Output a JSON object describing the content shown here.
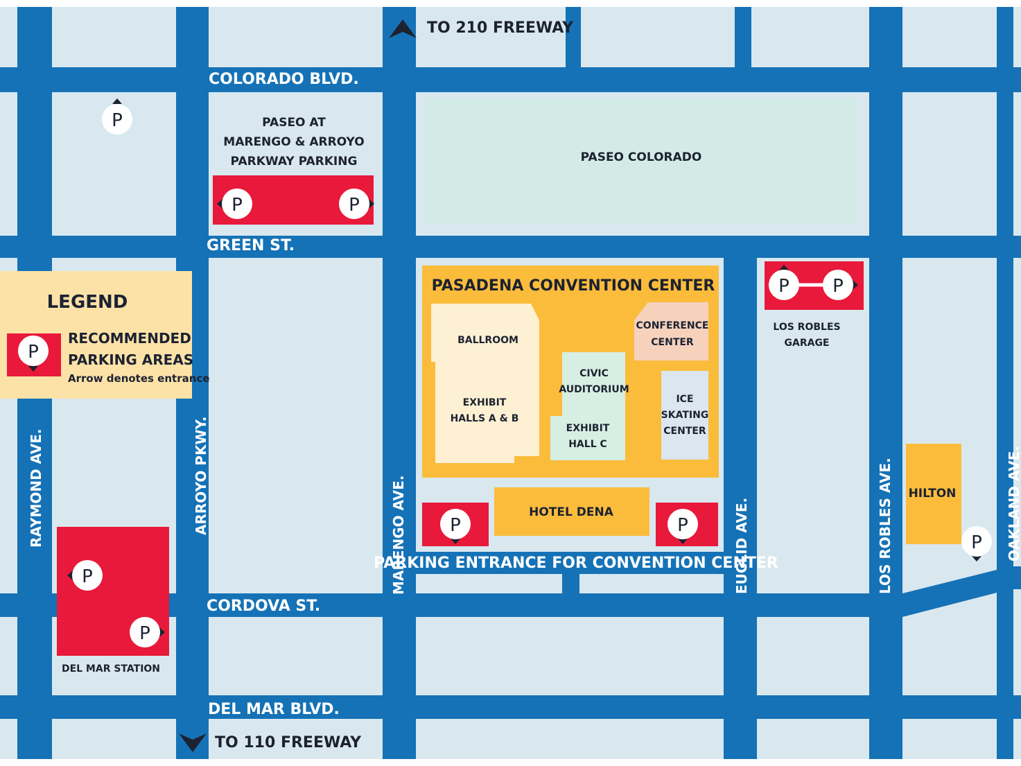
{
  "colors": {
    "road": "#1572b6",
    "block": "#d9e8ef",
    "paseo_colorado": "#d3ebe6",
    "convention": "#fbbc3c",
    "hall_cream": "#fdf0d3",
    "civic_mint": "#d7eee3",
    "conference_peach": "#f6d2bd",
    "ice_blue": "#dbe6ef",
    "parking_red": "#e8193a",
    "legend_bg": "#fde2a8",
    "text_dark": "#1c2230"
  },
  "directions": {
    "north": "TO 210 FREEWAY",
    "south": "TO 110 FREEWAY"
  },
  "streets": {
    "colorado": "COLORADO BLVD.",
    "green": "GREEN ST.",
    "cordova": "CORDOVA ST.",
    "del_mar": "DEL MAR BLVD.",
    "raymond": "RAYMOND AVE.",
    "arroyo": "ARROYO PKWY.",
    "marengo": "MARENGO AVE.",
    "euclid": "EUCLID AVE.",
    "los_robles": "LOS ROBLES AVE.",
    "oakland": "OAKLAND AVE."
  },
  "legend": {
    "title": "LEGEND",
    "label_line1": "RECOMMENDED",
    "label_line2": "PARKING AREAS",
    "note": "Arrow denotes entrance"
  },
  "places": {
    "paseo_parking": [
      "PASEO AT",
      "MARENGO & ARROYO",
      "PARKWAY PARKING"
    ],
    "paseo_colorado": "PASEO COLORADO",
    "convention_center": "PASADENA CONVENTION CENTER",
    "ballroom": "BALLROOM",
    "exhibit_ab": [
      "EXHIBIT",
      "HALLS A & B"
    ],
    "civic": [
      "CIVIC",
      "AUDITORIUM"
    ],
    "exhibit_c": [
      "EXHIBIT",
      "HALL C"
    ],
    "conference": [
      "CONFERENCE",
      "CENTER"
    ],
    "ice": [
      "ICE",
      "SKATING",
      "CENTER"
    ],
    "hotel_dena": "HOTEL DENA",
    "parking_entrance": "PARKING ENTRANCE FOR CONVENTION CENTER",
    "los_robles_garage": [
      "LOS ROBLES",
      "GARAGE"
    ],
    "hilton": "HILTON",
    "del_mar_station": "DEL MAR STATION"
  },
  "parking_symbol": "P"
}
